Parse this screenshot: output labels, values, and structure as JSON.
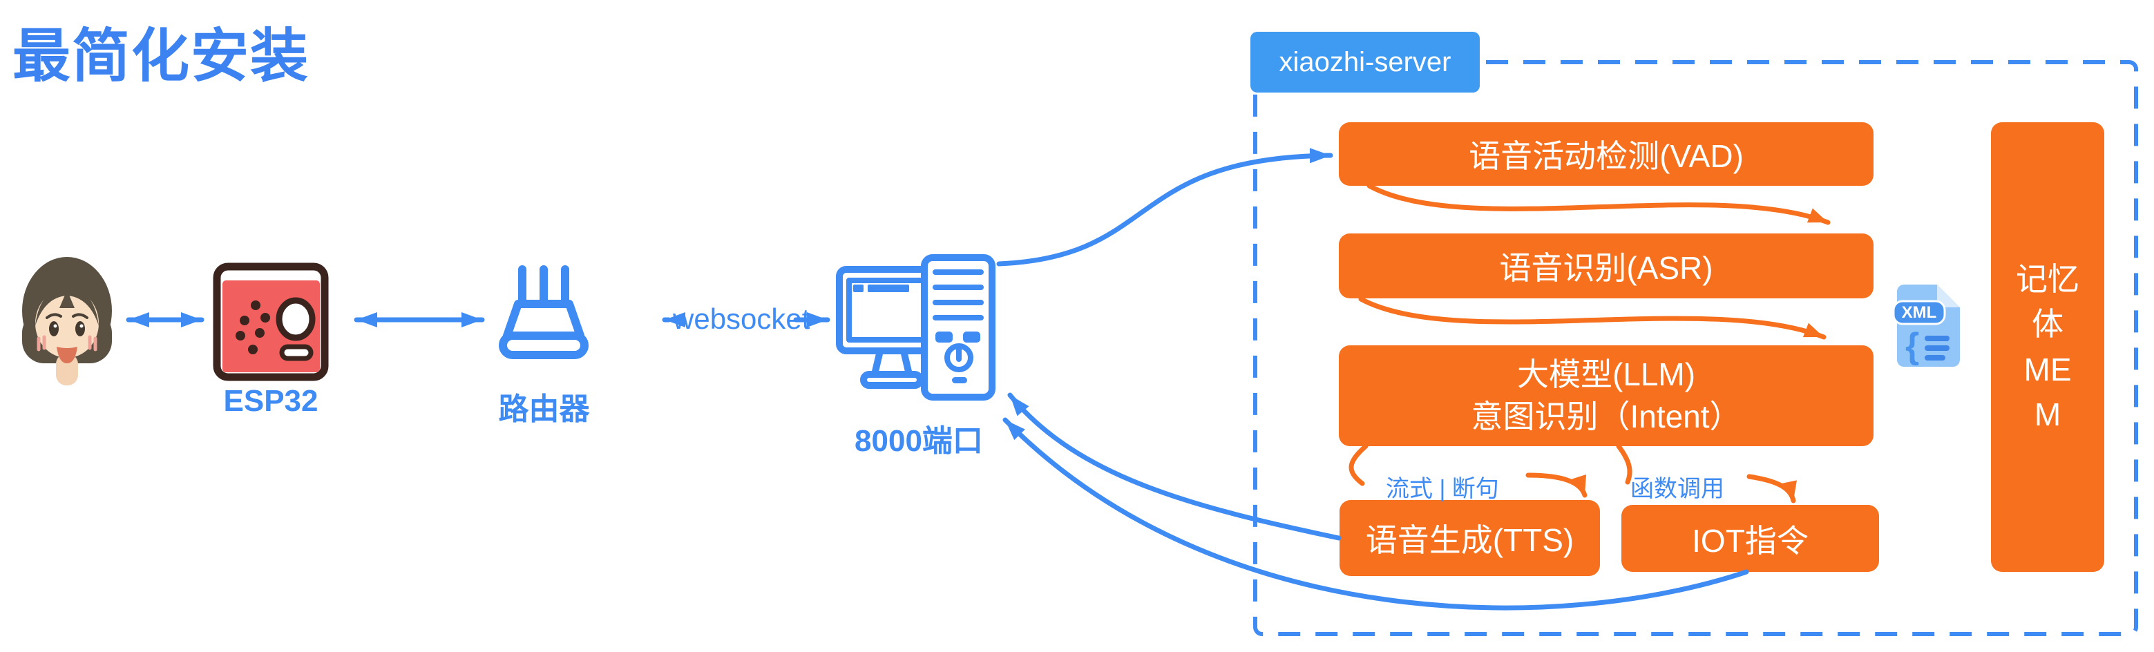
{
  "title": "最简化安装",
  "colors": {
    "accent_blue": "#3E8BF4",
    "tab_blue": "#3F9BF1",
    "box_orange": "#F7701D",
    "device_red": "#F15F5F",
    "device_red_border": "#3B241E"
  },
  "devices": {
    "esp32_label": "ESP32",
    "router_label": "路由器",
    "pc_label": "8000端口"
  },
  "link_label": "websocket",
  "server": {
    "tab": "xiaozhi-server",
    "vad": "语音活动检测(VAD)",
    "asr": "语音识别(ASR)",
    "llm_lines": [
      "大模型(LLM)",
      "意图识别（Intent）"
    ],
    "tts": "语音生成(TTS)",
    "iot": "IOT指令",
    "mem_lines": [
      "记忆",
      "体",
      "ME",
      "M"
    ],
    "edge_label_stream": "流式 | 断句",
    "edge_label_function": "函数调用",
    "xml_badge": "XML"
  }
}
